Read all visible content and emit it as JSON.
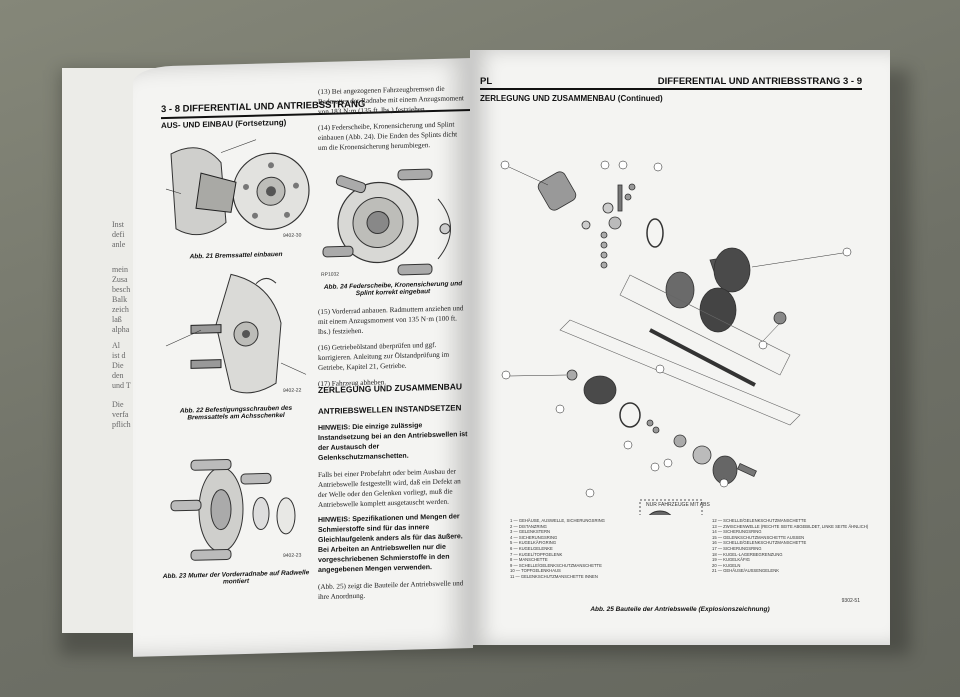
{
  "left": {
    "header": "3 - 8   DIFFERENTIAL UND ANTRIEBSSTRANG",
    "section": "AUS- UND EINBAU (Fortsetzung)",
    "captions": [
      "Abb. 21 Bremssattel einbauen",
      "Abb. 22 Befestigungsschrauben des Bremssattels am Achsschenkel",
      "Abb. 23 Mutter der Vorderradnabe auf Radwelle montiert",
      "Abb. 24 Federscheibe, Kronensicherung und Splint korrekt eingebaut"
    ],
    "codes": [
      "9402-30",
      "9402-22",
      "9402-23",
      "RP1032"
    ],
    "steps_top": [
      "(13) Bei angezogenen Fahrzeugbremsen die Radmutter der Radnabe mit einem Anzugsmoment von 183 N·m (135 ft. lbs.) festziehen.",
      "(14) Federscheibe, Kronensicherung und Splint einbauen (Abb. 24). Die Enden des Splints dicht um die Kronensicherung herumbiegen."
    ],
    "steps_mid": [
      "(15) Vorderrad anbauen. Radmuttern anziehen und mit einem Anzugsmoment von 135 N·m (100 ft. lbs.) festziehen.",
      "(16) Getriebeölstand überprüfen und ggf. korrigieren. Anleitung zur Ölstandprüfung im Getriebe, Kapitel 21, Getriebe.",
      "(17) Fahrzeug abheben."
    ],
    "big_heading": "ZERLEGUNG UND ZUSAMMENBAU",
    "sub_heading": "ANTRIEBSWELLEN INSTANDSETZEN",
    "notes": [
      "HINWEIS: Die einzige zulässige Instandsetzung bei an den Antriebswellen ist der Austausch der Gelenkschutzmanschetten.",
      "Falls bei einer Probefahrt oder beim Ausbau der Antriebswelle festgestellt wird, daß ein Defekt an der Welle oder den Gelenken vorliegt, muß die Antriebswelle komplett ausgetauscht werden.",
      "HINWEIS: Spezifikationen und Mengen der Schmierstoffe sind für das innere Gleichlaufgelenk anders als für das äußere. Bei Arbeiten an Antriebswellen nur die vorgeschriebenen Schmierstoffe in den angegebenen Mengen verwenden.",
      "(Abb. 25) zeigt die Bauteile der Antriebswelle und ihre Anordnung."
    ]
  },
  "right": {
    "header_left": "PL",
    "header_right": "DIFFERENTIAL UND ANTRIEBSSTRANG   3 - 9",
    "section": "ZERLEGUNG UND ZUSAMMENBAU (Continued)",
    "caption": "Abb. 25 Bauteile der Antriebswelle (Explosionszeichnung)",
    "code": "9302-51",
    "note_box": "NUR FAHRZEUGE MIT ABS",
    "legend_left": [
      "1 — GEHÄUSE, AUSWELLE, SICHERUNGSRING",
      "2 — DISTANZRING",
      "3 — GELENKSTERN",
      "4 — SICHERUNGSRING",
      "5 — KUGELKÄFIGRING",
      "6 — KUGELGELENKE",
      "7 — KUGEL/TOPFGELENK",
      "8 — MANSCHETTE",
      "9 — SCHELLE/GELENKSCHUTZMANSCHETTE",
      "10 — TOPFGELENKHAUS",
      "11 — GELENKSCHUTZMANSCHETTE INNEN"
    ],
    "legend_right": [
      "12 — SCHELLE/GELENKSCHUTZMANSCHETTE",
      "13 — ZWISCHENWELLE (RECHTE SEITE ABGEBILDET, LINKE SEITE ÄHNLICH)",
      "14 — SICHERUNGSRING",
      "15 — GELENKSCHUTZMANSCHETTE AUSSEN",
      "16 — SCHELLE/GELENKSCHUTZMANSCHETTE",
      "17 — SICHERUNGSRING",
      "18 — KUGEL-LAGERBEGRENZUNG",
      "19 — KUGELKÄFIG",
      "20 — KUGELN",
      "21 — GEHÄUSE/AUSSENGELENK"
    ]
  },
  "under_text": [
    "Inst",
    "defi",
    "anle",
    "mein",
    "Zusa",
    "besch",
    "Balk",
    "zeich",
    "laß",
    "alpha",
    "Al",
    "ist d",
    "Die",
    "den",
    "und T",
    "Die",
    "verfa",
    "pflich"
  ]
}
